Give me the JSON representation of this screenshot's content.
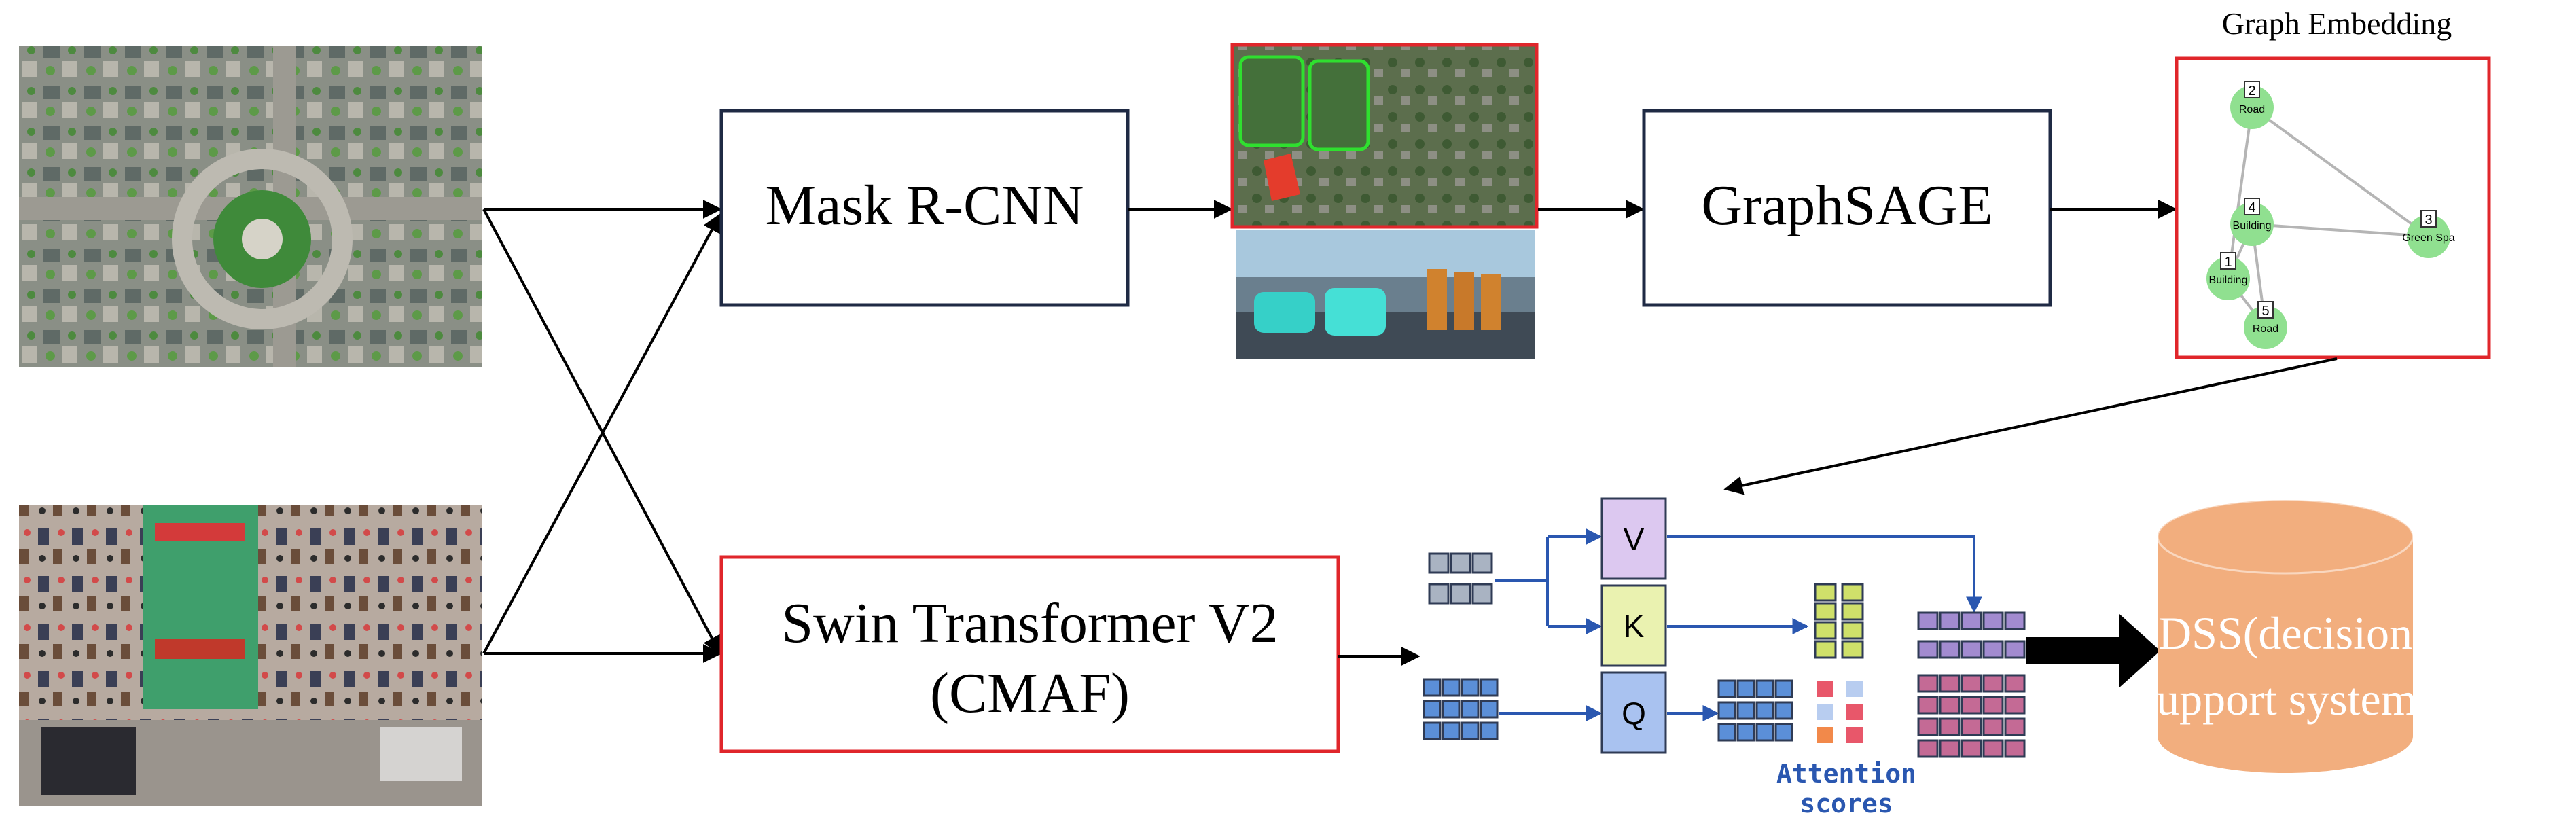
{
  "blocks": {
    "mask_rcnn": "Mask R-CNN",
    "graphsage": "GraphSAGE",
    "swin_line1": "Swin Transformer V2",
    "swin_line2": "(CMAF)",
    "dss_line1": "DSS(decision",
    "dss_line2": "support system)"
  },
  "graph_embedding": {
    "title": "Graph Embedding",
    "nodes": [
      {
        "id": "2",
        "label": "Road"
      },
      {
        "id": "4",
        "label": "Building"
      },
      {
        "id": "3",
        "label": "Green Spa"
      },
      {
        "id": "1",
        "label": "Building"
      },
      {
        "id": "5",
        "label": "Road"
      }
    ]
  },
  "attention": {
    "v_label": "V",
    "k_label": "K",
    "q_label": "Q",
    "scores_line1": "Attention",
    "scores_line2": "scores"
  },
  "colors": {
    "box_border": "#1f2a44",
    "highlight_border": "#e0262b",
    "dss_fill": "#f2ae7e",
    "dss_text": "#ffffff",
    "v_fill": "#dcc8f0",
    "k_fill": "#eaf2b0",
    "q_fill": "#a9c2f0",
    "token_blue": "#5b8fd8",
    "token_gray": "#a9b3c2",
    "node_green": "#90e090",
    "purple_token": "#a28bd0",
    "pink_token": "#c46a95",
    "yellow_token": "#cfe06a"
  }
}
